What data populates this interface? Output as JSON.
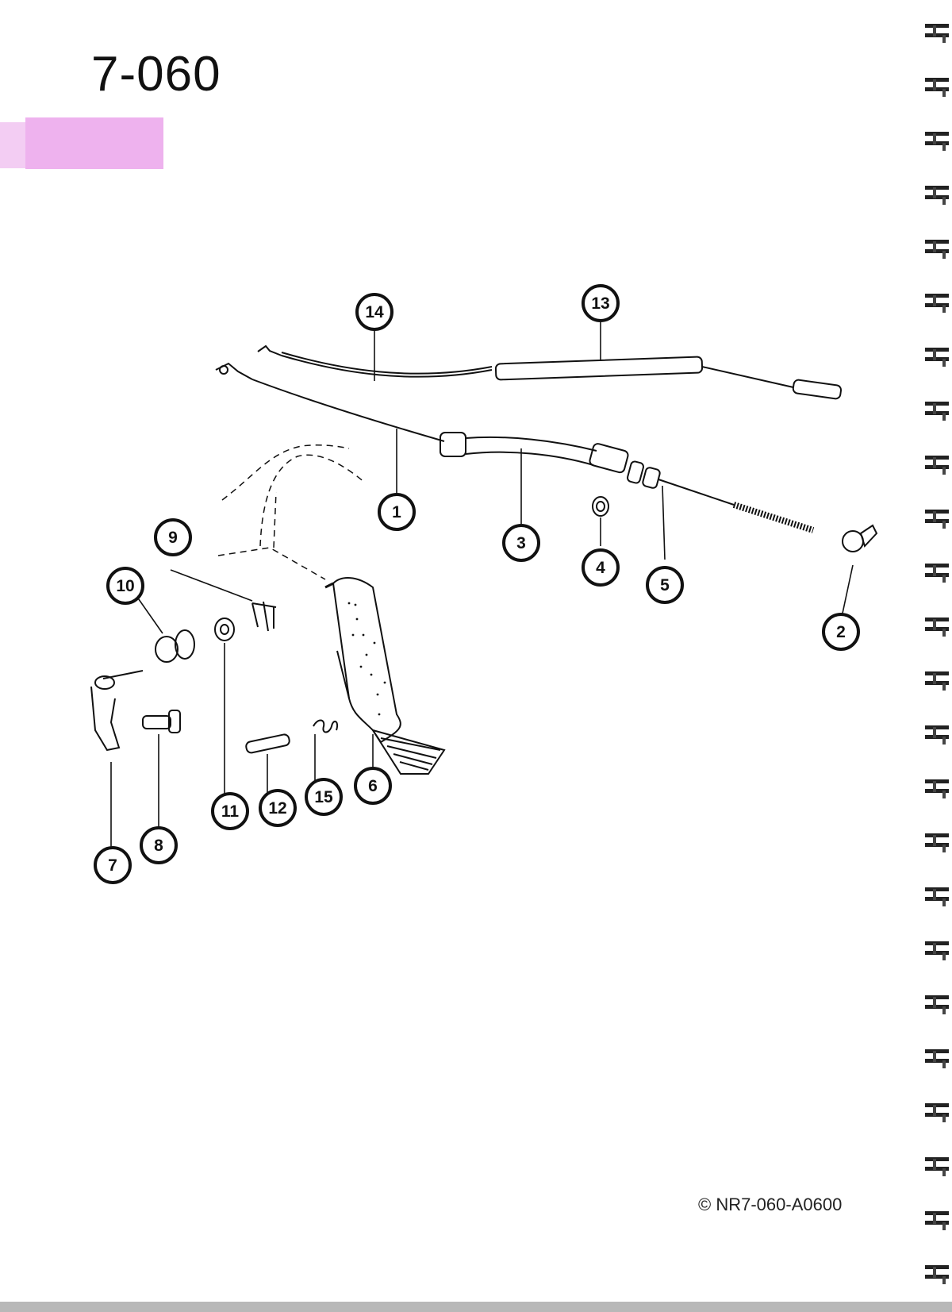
{
  "page": {
    "number": "7-060",
    "copyright": "© NR7-060-A0600"
  },
  "colors": {
    "tab_marker": "#eeb2ee",
    "ink": "#111111"
  },
  "callouts": [
    {
      "id": "1",
      "label": "1"
    },
    {
      "id": "2",
      "label": "2"
    },
    {
      "id": "3",
      "label": "3"
    },
    {
      "id": "4",
      "label": "4"
    },
    {
      "id": "5",
      "label": "5"
    },
    {
      "id": "6",
      "label": "6"
    },
    {
      "id": "7",
      "label": "7"
    },
    {
      "id": "8",
      "label": "8"
    },
    {
      "id": "9",
      "label": "9"
    },
    {
      "id": "10",
      "label": "10"
    },
    {
      "id": "11",
      "label": "11"
    },
    {
      "id": "12",
      "label": "12"
    },
    {
      "id": "13",
      "label": "13"
    },
    {
      "id": "14",
      "label": "14"
    },
    {
      "id": "15",
      "label": "15"
    }
  ]
}
